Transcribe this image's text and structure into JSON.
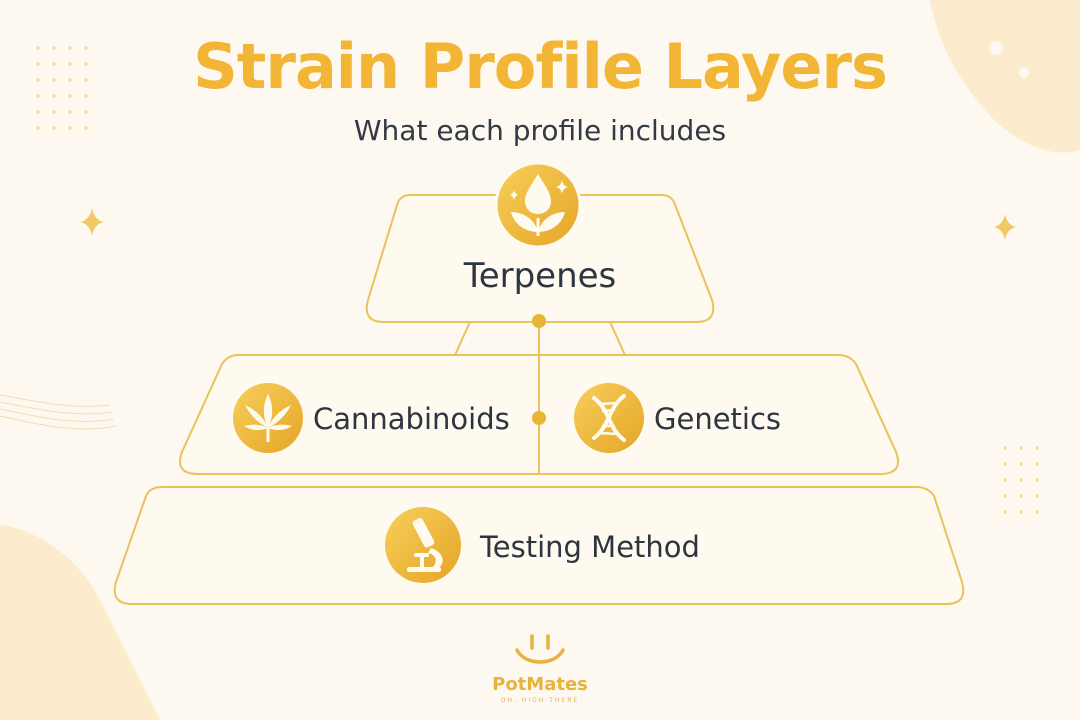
{
  "header": {
    "title": "Strain Profile Layers",
    "subtitle": "What each profile includes"
  },
  "layers": {
    "top": {
      "label": "Terpenes",
      "icon": "droplet-sprout-icon"
    },
    "middle": [
      {
        "label": "Cannabinoids",
        "icon": "cannabis-leaf-icon"
      },
      {
        "label": "Genetics",
        "icon": "dna-icon"
      }
    ],
    "bottom": {
      "label": "Testing Method",
      "icon": "microscope-icon"
    }
  },
  "logo": {
    "name": "PotMates",
    "tagline": "OH, HIGH THERE"
  },
  "colors": {
    "accent": "#f2b535",
    "border": "#e8c25a",
    "panel": "#fefaf0",
    "text": "#2e3540",
    "background": "#fdf9f1"
  }
}
